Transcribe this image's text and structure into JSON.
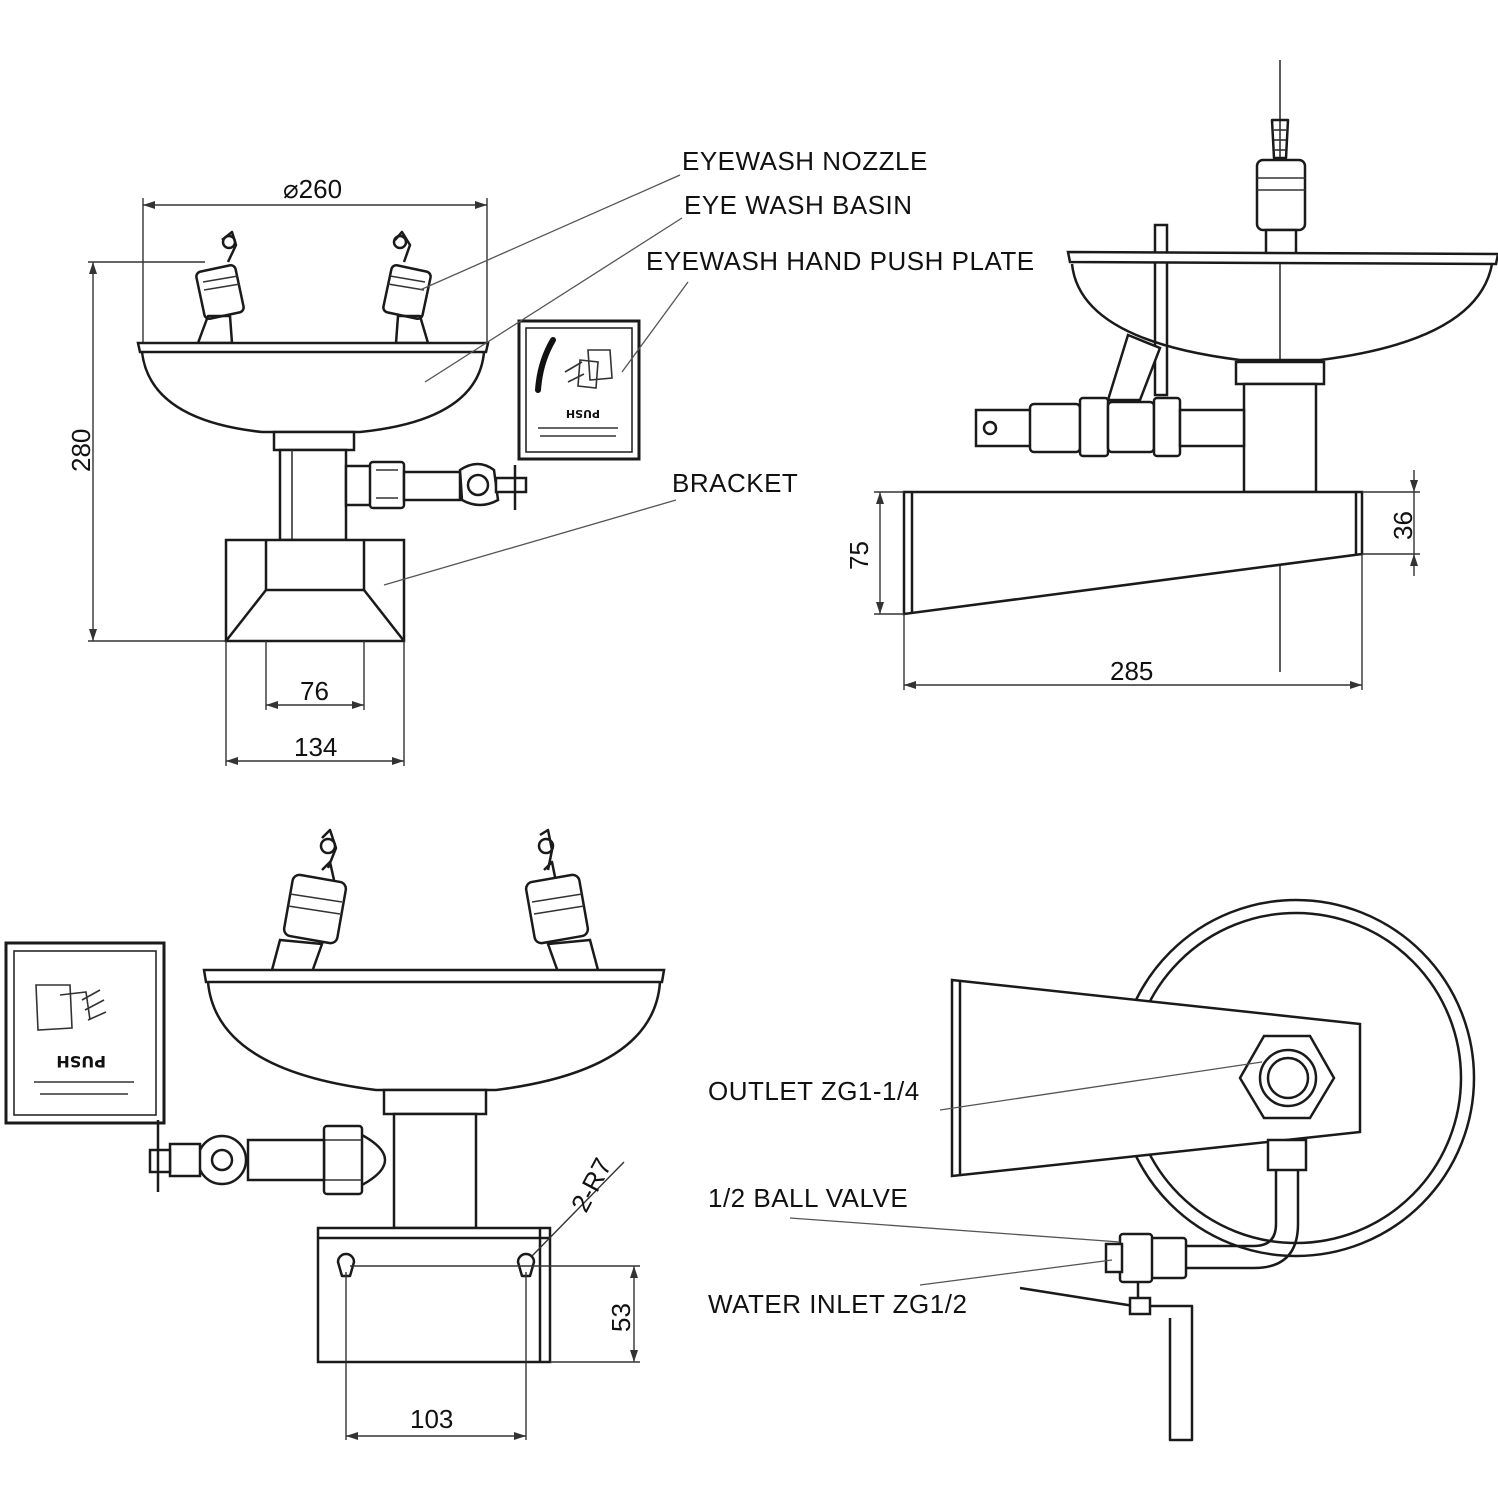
{
  "labels": {
    "eyewash_nozzle": "EYEWASH NOZZLE",
    "eye_wash_basin": "EYE WASH BASIN",
    "hand_push_plate": "EYEWASH HAND PUSH PLATE",
    "bracket": "BRACKET",
    "outlet": "OUTLET ZG1-1/4",
    "ball_valve": "1/2 BALL VALVE",
    "water_inlet": "WATER INLET ZG1/2"
  },
  "dimensions": {
    "basin_diameter": "⌀260",
    "height": "280",
    "bracket_inner_width": "76",
    "bracket_outer_width": "134",
    "side_bracket_height": "75",
    "side_bracket_end": "36",
    "side_bracket_length": "285",
    "mount_hole_radius": "2-R7",
    "mount_hole_offset": "53",
    "mount_hole_spacing": "103"
  },
  "push_plate": {
    "text": "PUSH"
  }
}
